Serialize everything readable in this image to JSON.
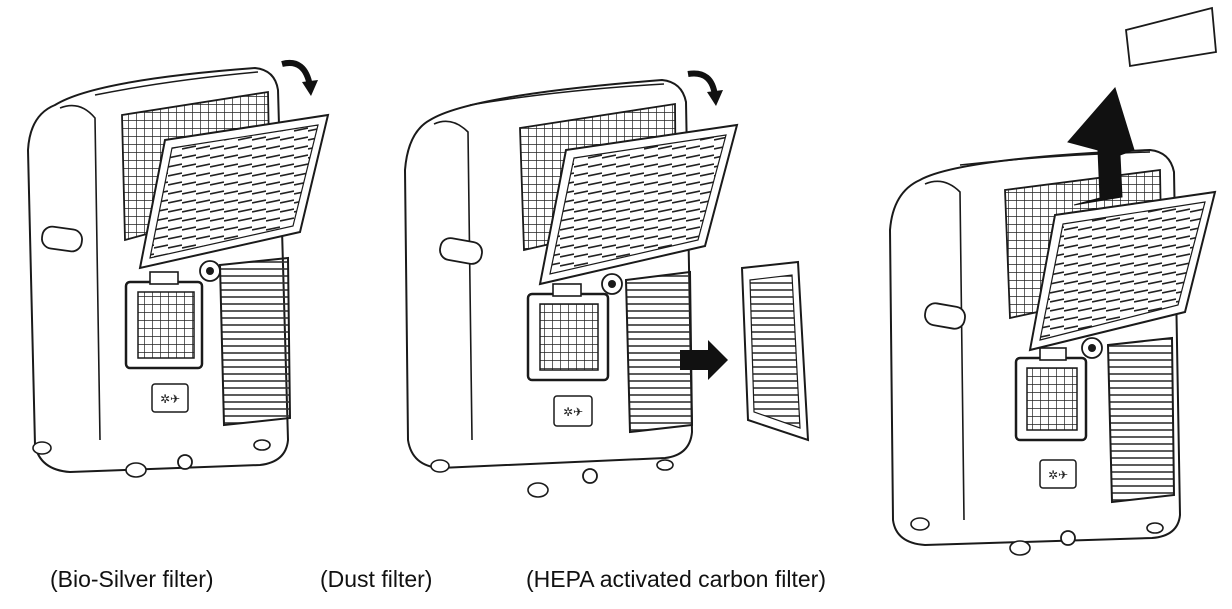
{
  "captions": {
    "bio_silver": "(Bio-Silver filter)",
    "dust": "(Dust filter)",
    "hepa": "(HEPA activated carbon filter)"
  },
  "colors": {
    "line": "#1a1a1a",
    "body_fill": "#ffffff",
    "arrow_fill": "#111111",
    "grille": "#333333"
  },
  "icons": [
    "rotate-arrow-icon",
    "right-arrow-icon",
    "up-arrow-icon"
  ]
}
